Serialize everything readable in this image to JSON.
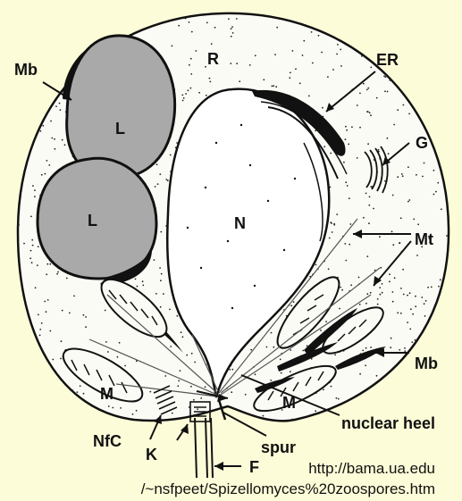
{
  "labels": {
    "R": "R",
    "ER": "ER",
    "Mb_top": "Mb",
    "L_top": "L",
    "L_bottom": "L",
    "G": "G",
    "N": "N",
    "Mt": "Mt",
    "Mb_right": "Mb",
    "M_left": "M",
    "M_right": "M",
    "nuclear_heel": "nuclear heel",
    "NfC": "NfC",
    "K": "K",
    "spur": "spur",
    "F": "F"
  },
  "source": {
    "line1": "http://bama.ua.edu",
    "line2": "/~nsfpeet/Spizellomyces%20zoospores.htm"
  },
  "colors": {
    "background": "#fdfcd8",
    "cell_fill": "#fbfbf6",
    "lipid_fill": "#a9a9a9",
    "ink": "#111111"
  }
}
